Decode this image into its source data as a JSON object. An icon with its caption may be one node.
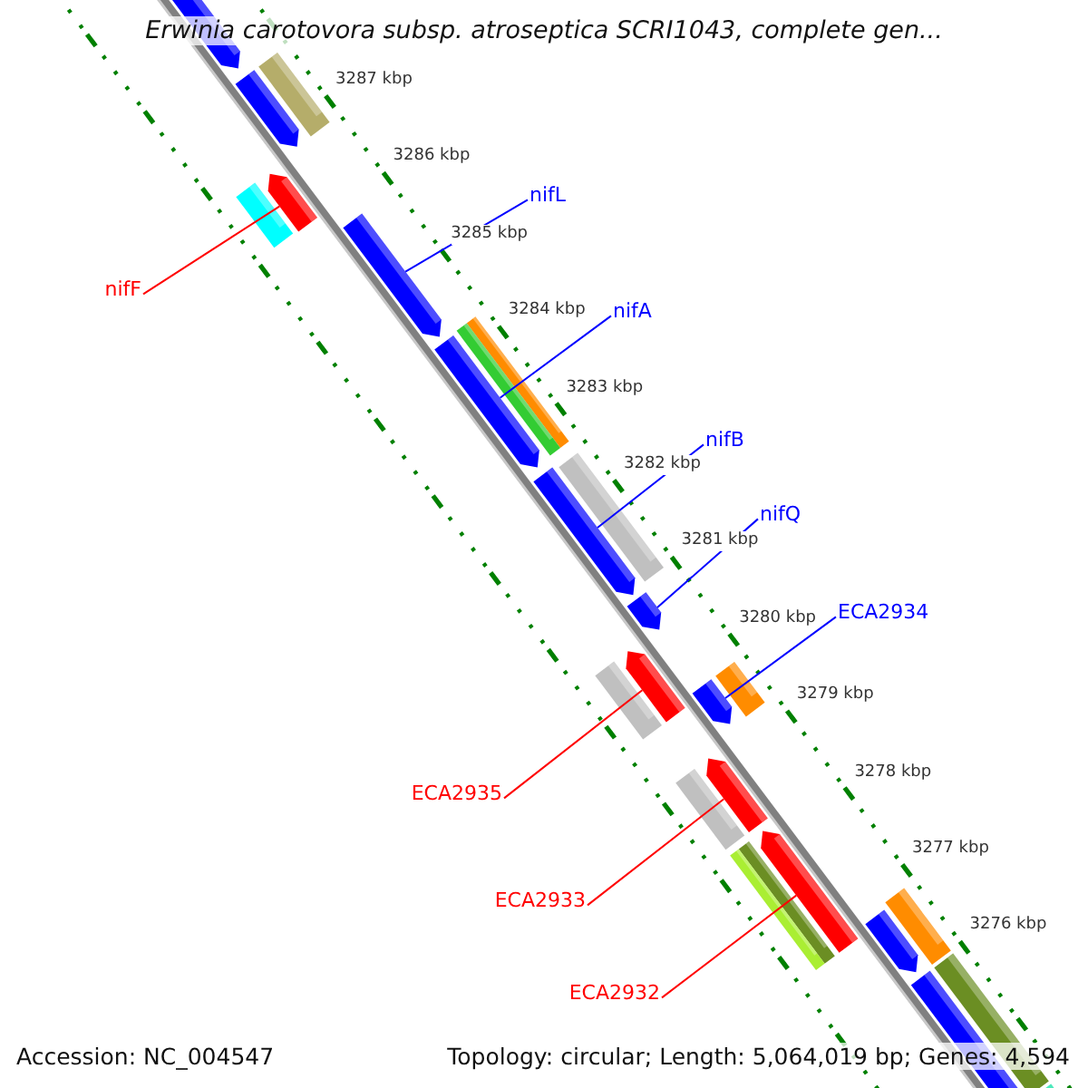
{
  "diagram": {
    "title": "Erwinia carotovora subsp. atroseptica SCRI1043, complete gen...",
    "nodes": [
      {
        "text": [
          "nifL"
        ]
      },
      {
        "text": [
          "nifF"
        ]
      },
      {
        "text": [
          "nifA"
        ]
      },
      {
        "text": [
          "nifB"
        ]
      },
      {
        "text": [
          "nifQ"
        ]
      },
      {
        "text": [
          "ECA2934"
        ]
      },
      {
        "text": [
          "ECA2935"
        ]
      },
      {
        "text": [
          "ECA2933"
        ]
      },
      {
        "text": [
          "ECA2932"
        ]
      },
      {
        "text": [],
        "shape": "arrow"
      },
      {
        "text": [],
        "shape": "arrow"
      },
      {
        "text": [],
        "shape": "arrow"
      },
      {
        "text": [],
        "shape": "arrow"
      },
      {
        "text": [],
        "shape": "arrow"
      },
      {
        "text": [],
        "shape": "arrow"
      },
      {
        "text": [],
        "shape": "arrow"
      },
      {
        "text": [],
        "shape": "arrow"
      },
      {
        "text": [],
        "shape": "arrow"
      }
    ],
    "edges": [
      {
        "from": 0,
        "to": 10,
        "arrow": "none"
      },
      {
        "from": 1,
        "to": 9,
        "arrow": "none",
        "color": "#ff0000"
      },
      {
        "from": 2,
        "to": 11,
        "arrow": "none"
      },
      {
        "from": 3,
        "to": 12,
        "arrow": "none"
      },
      {
        "from": 4,
        "to": 13,
        "arrow": "none"
      },
      {
        "from": 5,
        "to": 15,
        "arrow": "none"
      },
      {
        "from": 6,
        "to": 14,
        "arrow": "none",
        "color": "#ff0000"
      },
      {
        "from": 7,
        "to": 16,
        "arrow": "none",
        "color": "#ff0000"
      },
      {
        "from": 8,
        "to": 17,
        "arrow": "none",
        "color": "#ff0000"
      }
    ],
    "labels": [
      "3287 kbp",
      "3286 kbp",
      "3285 kbp",
      "3284 kbp",
      "3283 kbp",
      "3282 kbp",
      "3281 kbp",
      "3280 kbp",
      "3279 kbp",
      "3278 kbp",
      "3277 kbp",
      "3276 kbp",
      "Accession: NC_004547",
      "Topology: circular; Length: 5,064,019 bp; Genes: 4,594"
    ]
  }
}
